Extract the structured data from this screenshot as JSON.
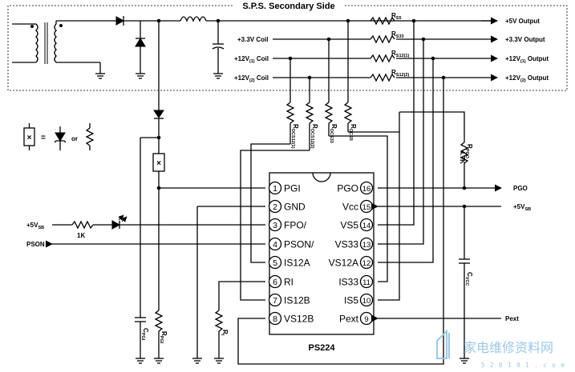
{
  "title": "S.P.S. Secondary Side",
  "chip_name": "PS224",
  "outputs": {
    "v5": "+5V Output",
    "v33": "+3.3V Output",
    "v12_1": "+12V",
    "v12_1_sub": "(1)",
    "v12_2": "+12V",
    "v12_2_sub": "(2)",
    "output_word": " Output"
  },
  "coils": {
    "c33": "+3.3V Coil",
    "c12_1": "+12V",
    "c12_1_sub": "(1)",
    "c12_2": "+12V",
    "c12_2_sub": "(2)",
    "coil_word": " Coil"
  },
  "resistors": {
    "rs5": "R",
    "rs5_sub": "S5",
    "rs33": "R",
    "rs33_sub": "S33",
    "rs12_1": "R",
    "rs12_1_sub": "S12(1)",
    "rs12_2": "R",
    "rs12_2_sub": "S12(2)",
    "rocs1": "R",
    "rocs1_sub": "OCS12(1)",
    "rocs2": "R",
    "rocs2_sub": "OCS12(2)",
    "rocs33": "R",
    "rocs33_sub": "OCS33",
    "rocs5": "R",
    "rocs5_sub": "OCS5",
    "rpgo": "R",
    "rpgo_sub": "PGO",
    "rpgo_val": "4.7K",
    "rpgi": "R",
    "rpgi_sub": "PGI",
    "ri": "R",
    "ri_sub": "I",
    "r1k": "1K"
  },
  "caps": {
    "cpgi": "C",
    "cpgi_sub": "PGI",
    "cvcc": "C",
    "cvcc_sub": "VCC"
  },
  "legend": {
    "or": "or",
    "eq": "="
  },
  "signals": {
    "v5sb_left": "+5V",
    "v5sb_left_sub": "SB",
    "pson": "PSON",
    "pgo": "PGO",
    "v5sb_right": "+5V",
    "v5sb_right_sub": "SB",
    "pext": "Pext"
  },
  "pins_left": [
    {
      "num": "1",
      "name": "PGI"
    },
    {
      "num": "2",
      "name": "GND"
    },
    {
      "num": "3",
      "name": "FPO/"
    },
    {
      "num": "4",
      "name": "PSON/"
    },
    {
      "num": "5",
      "name": "IS12A"
    },
    {
      "num": "6",
      "name": "RI"
    },
    {
      "num": "7",
      "name": "IS12B"
    },
    {
      "num": "8",
      "name": "VS12B"
    }
  ],
  "pins_right": [
    {
      "num": "16",
      "name": "PGO"
    },
    {
      "num": "15",
      "name": "Vcc"
    },
    {
      "num": "14",
      "name": "VS5"
    },
    {
      "num": "13",
      "name": "VS33"
    },
    {
      "num": "12",
      "name": "VS12A"
    },
    {
      "num": "11",
      "name": "IS33"
    },
    {
      "num": "10",
      "name": "IS5"
    },
    {
      "num": "9",
      "name": "Pext"
    }
  ],
  "watermark": {
    "text": "家电维修资料网",
    "site": "5 2 0 1 0 1 . c o m"
  }
}
